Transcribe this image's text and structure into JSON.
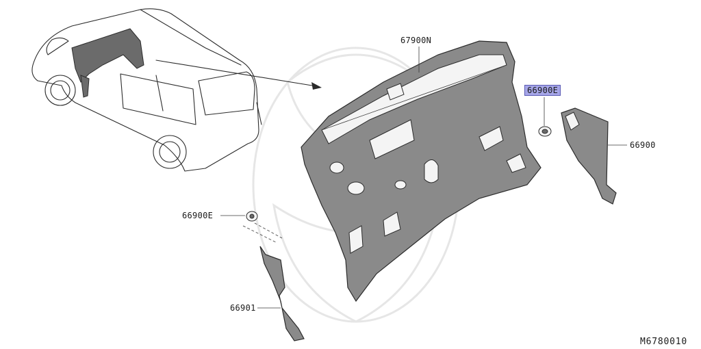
{
  "labels": {
    "dash_insulator": "67900N",
    "clip_upper": "66900E",
    "clip_lower": "66900E",
    "side_trim_right": "66900",
    "side_trim_left": "66901",
    "diagram_code": "M6780010"
  },
  "highlight_color": "#a6a6e8"
}
